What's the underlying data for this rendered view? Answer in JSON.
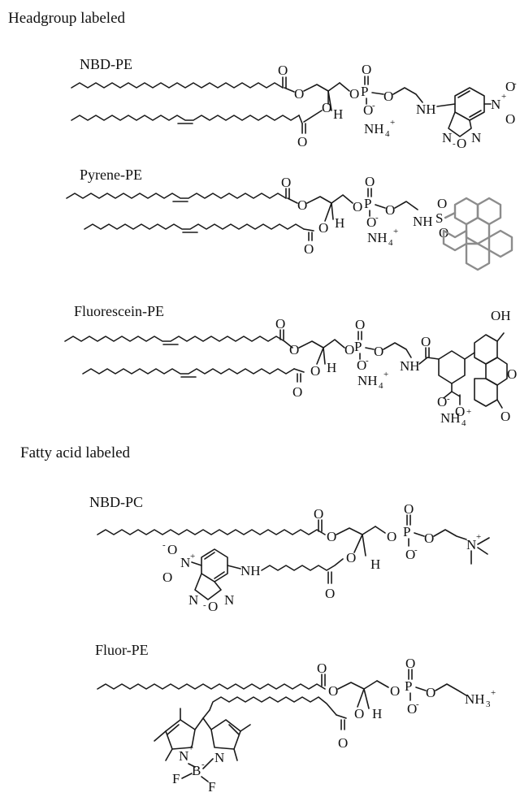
{
  "sections": {
    "headgroup": "Headgroup labeled",
    "fatty_acid": "Fatty acid labeled"
  },
  "molecules": {
    "nbd_pe": "NBD-PE",
    "pyrene_pe": "Pyrene-PE",
    "fluorescein_pe": "Fluorescein-PE",
    "nbd_pc": "NBD-PC",
    "fluor_pe": "Fluor-PE"
  },
  "atoms": {
    "O": "O",
    "P": "P",
    "H": "H",
    "N": "N",
    "S": "S",
    "F": "F",
    "B": "B",
    "NH": "NH",
    "NH4": "NH",
    "NH3": "NH",
    "OH": "OH",
    "sub4": "4",
    "sub3": "3",
    "plus": "+",
    "minus": "-"
  },
  "colors": {
    "bond": "#1a1a1a",
    "pyrene_ring": "#8c8c8c",
    "text": "#111111"
  }
}
